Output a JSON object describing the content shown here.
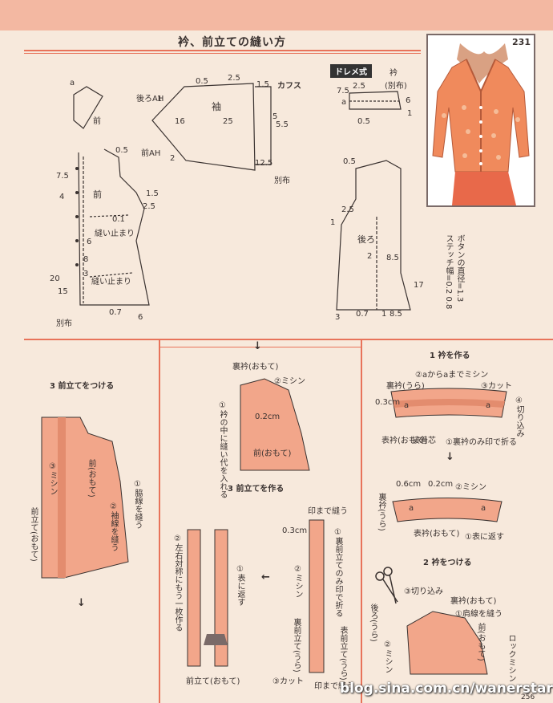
{
  "header": {
    "title": "衿、前立ての縫い方",
    "page_number": "231"
  },
  "pattern": {
    "collar_a": [
      "a",
      "前"
    ],
    "sleeve": [
      "後ろAH",
      "袖",
      "前AH",
      "カフス",
      "別布",
      "0.5",
      "2.5",
      "1",
      "25",
      "16",
      "1.5",
      "5",
      "5.5",
      "12.5",
      "2"
    ],
    "front": [
      "前",
      "縫い止まり",
      "縫い止まり",
      "別布",
      "0.1",
      "0.5",
      "2.5",
      "7.5",
      "20",
      "15",
      "4",
      "6",
      "8",
      "3",
      "0.7",
      "1.5",
      "6"
    ],
    "dress_label": "ドレメ式",
    "dress_collar": [
      "衿",
      "(別布)",
      "7.5",
      "2.5",
      "6",
      "0.5",
      "1",
      "a"
    ],
    "back": [
      "後ろ",
      "0.5",
      "2.5",
      "1",
      "2",
      "8.5",
      "17",
      "3",
      "0.7",
      "1",
      "8.5"
    ],
    "button_note": "ボタンの直径=1.3",
    "stitch_note": "ステッチ幅=0.2 0.8"
  },
  "steps": {
    "s3_attach": {
      "heading": "3 前立てをつける",
      "labels": [
        "前(おもて)",
        "前立て(おもて)",
        "③ミシン",
        "①脇線を縫う",
        "②袖線を縫う"
      ]
    },
    "middle_top": {
      "labels": [
        "裏衿(おもて)",
        "②ミシン",
        "①衿の中に縫い代を入れる",
        "0.2cm",
        "前(おもて)"
      ]
    },
    "s3_make": {
      "heading": "3 前立てを作る",
      "labels": [
        "印まで縫う",
        "0.3cm",
        "①裏前立てのみ印で折る",
        "②ミシン",
        "裏前立て(うら)",
        "表前立て(うら)",
        "③カット",
        "印まで縫う",
        "①表に返す",
        "②左右対称にもう一枚作る",
        "前立て(おもて)"
      ]
    },
    "s1_collar": {
      "heading": "1 衿を作る",
      "labels": [
        "②aからaまでミシン",
        "裏衿(うら)",
        "③カット",
        "④切り込み",
        "0.3cm",
        "表衿(おもて)",
        "接着芯",
        "①裏衿のみ印で折る",
        "a",
        "a"
      ]
    },
    "s1b": {
      "labels": [
        "0.6cm",
        "0.2cm",
        "②ミシン",
        "裏衿(うら)",
        "表衿(おもて)",
        "①表に返す",
        "a",
        "a"
      ]
    },
    "s2_attach": {
      "heading": "2 衿をつける",
      "labels": [
        "③切り込み",
        "裏衿(おもて)",
        "①肩線を縫う",
        "後ろ(うら)",
        "②ミシン",
        "前(おもて)",
        "ロックミシン"
      ]
    }
  },
  "footer": {
    "watermark": "blog.sina.com.cn/wanerstart",
    "corner_page": "256"
  },
  "colors": {
    "background": "#f7e9dc",
    "band": "#f3b8a2",
    "accent": "#e8735a",
    "fabric": "#f2a68a",
    "fabric_dark": "#e38c6e"
  }
}
